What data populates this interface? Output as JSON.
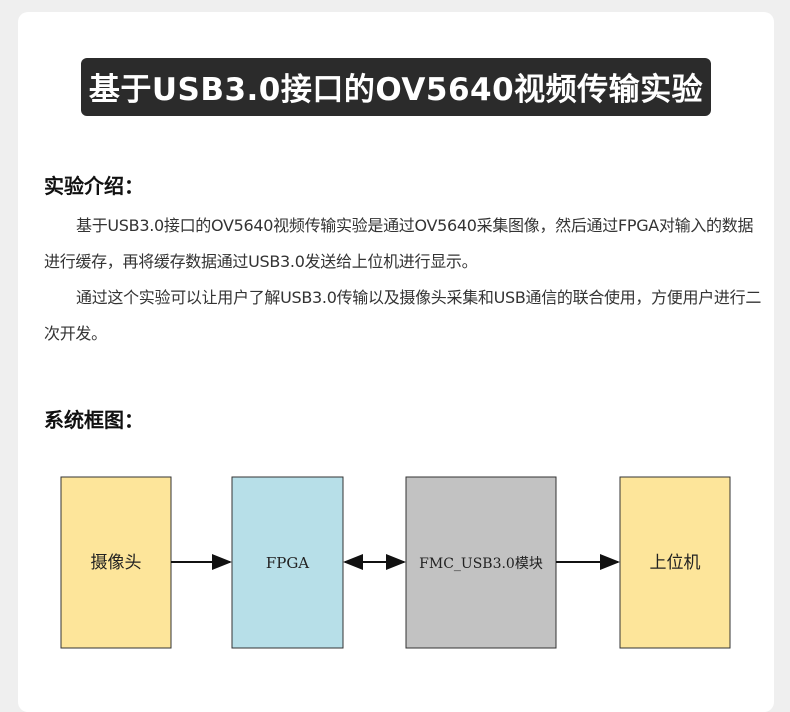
{
  "title": "基于USB3.0接口的OV5640视频传输实验",
  "intro_heading": "实验介绍：",
  "intro_paragraphs": [
    "基于USB3.0接口的OV5640视频传输实验是通过OV5640采集图像，然后通过FPGA对输入的数据进行缓存，再将缓存数据通过USB3.0发送给上位机进行显示。",
    "通过这个实验可以让用户了解USB3.0传输以及摄像头采集和USB通信的联合使用，方便用户进行二次开发。"
  ],
  "diagram_heading": "系统框图：",
  "diagram": {
    "blocks": [
      {
        "label": "摄像头",
        "color": "#fde59a"
      },
      {
        "label": "FPGA",
        "color": "#b7dfe8"
      },
      {
        "label": "FMC_USB3.0模块",
        "color": "#c2c2c2"
      },
      {
        "label": "上位机",
        "color": "#fde59a"
      }
    ],
    "arrows": [
      "right",
      "both",
      "right"
    ]
  }
}
